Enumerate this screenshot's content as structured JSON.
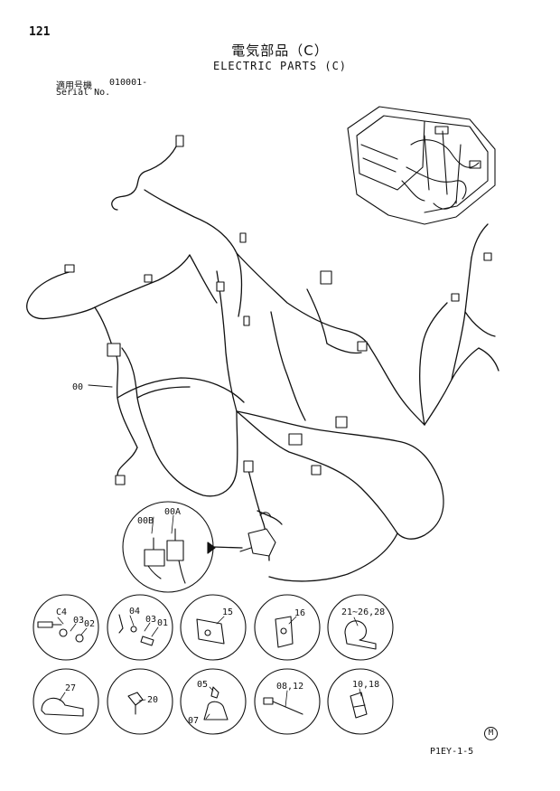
{
  "page": {
    "number": "121",
    "title_jp": "電気部品（C）",
    "title_en": "ELECTRIC PARTS (C)",
    "serial_label_jp": "適用号機",
    "serial_range": "010001-",
    "serial_label_en": "Serial No.",
    "page_code": "P1EY-1-5",
    "mark": "M"
  },
  "callouts": {
    "main_harness": "00",
    "detail_a": "00A",
    "detail_b": "00B",
    "c1": [
      "C4",
      "03",
      "02"
    ],
    "c2": [
      "04",
      "03",
      "01"
    ],
    "c3": "15",
    "c4": "16",
    "c5": "21~26,28",
    "c6": "27",
    "c7": "20",
    "c8": [
      "05",
      "07"
    ],
    "c9": "08,12",
    "c10": "10,18"
  }
}
